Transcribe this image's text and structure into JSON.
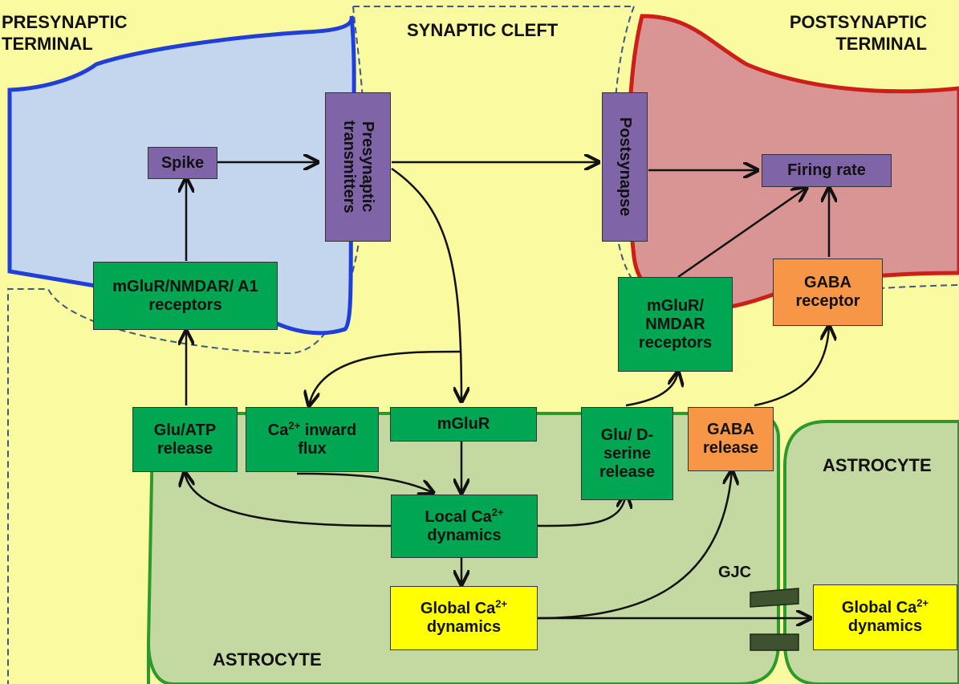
{
  "regions": {
    "presynaptic": "PRESYNAPTIC TERMINAL",
    "cleft": "SYNAPTIC CLEFT",
    "postsynaptic": "POSTSYNAPTIC TERMINAL",
    "astrocyte_main": "ASTROCYTE",
    "astrocyte_right": "ASTROCYTE"
  },
  "nodes": {
    "spike": "Spike",
    "presyn_transmitters": "Presynaptic transmitters",
    "postsynapse": "Postsynapse",
    "firing_rate": "Firing rate",
    "mglur_nmdar_a1": "mGluR/NMDAR/ A1 receptors",
    "mglur_nmdar_receptors": "mGluR/ NMDAR receptors",
    "gaba_receptor": "GABA receptor",
    "glu_atp_release": "Glu/ATP release",
    "ca_inward_flux_pre": "Ca",
    "ca_inward_flux_sup": "2+",
    "ca_inward_flux_post": " inward flux",
    "mglur": "mGluR",
    "glu_dserine_release": "Glu/ D-serine release",
    "gaba_release": "GABA release",
    "local_ca_pre": "Local Ca",
    "local_ca_sup": "2+",
    "local_ca_post": "dynamics",
    "global_ca_pre": "Global Ca",
    "global_ca_sup": "2+",
    "global_ca_post": "dynamics",
    "global_ca2_pre": "Global Ca",
    "global_ca2_sup": "2+",
    "global_ca2_post": "dynamics"
  },
  "labels": {
    "gjc": "GJC"
  },
  "colors": {
    "presynaptic_fill": "#c3d6ee",
    "presynaptic_stroke": "#1f3fd8",
    "postsynaptic_fill": "#d99594",
    "postsynaptic_stroke": "#cc1f1a",
    "cleft_fill": "#fafaa0",
    "astrocyte_fill": "#c4d8a2",
    "astrocyte_stroke": "#2b9a2b",
    "purple_node": "#8064a8",
    "green_node": "#00a651",
    "orange_node": "#f79646",
    "yellow_node": "#ffff00",
    "gjc_fill": "#3f5230"
  }
}
